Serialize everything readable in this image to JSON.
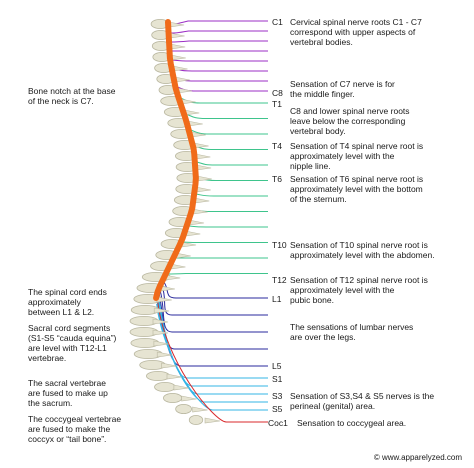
{
  "left_notes": [
    {
      "id": "c7-notch",
      "lines": [
        "Bone notch at the base",
        "of the neck is C7."
      ]
    },
    {
      "id": "cord-ends",
      "lines": [
        "The spinal cord ends",
        "approximately",
        "between L1 & L2."
      ]
    },
    {
      "id": "sacral-segments",
      "lines": [
        "Sacral cord segments",
        "(S1-S5 “cauda equina”)",
        "are level with T12-L1",
        "vertebrae."
      ]
    },
    {
      "id": "sacral-fused",
      "lines": [
        "The sacral vertebrae",
        "are fused to make up",
        "the sacrum."
      ]
    },
    {
      "id": "coccygeal-fused",
      "lines": [
        "The coccygeal vertebrae",
        "are fused to make the",
        "coccyx or “tail bone”."
      ]
    }
  ],
  "levels": [
    "C1",
    "C8",
    "T1",
    "T4",
    "T6",
    "T10",
    "T12",
    "L1",
    "L5",
    "S1",
    "S3",
    "S5",
    "Coc1"
  ],
  "descriptions": [
    {
      "id": "c1",
      "lines": [
        "Cervical spinal nerve roots C1 - C7",
        "correspond with upper aspects of",
        "vertebral bodies."
      ]
    },
    {
      "id": "c7",
      "lines": [
        "Sensation of C7 nerve is for",
        "the middle finger."
      ]
    },
    {
      "id": "c8",
      "lines": [
        "C8 and lower spinal nerve roots",
        "leave below the corresponding",
        "vertebral body."
      ]
    },
    {
      "id": "t4",
      "lines": [
        "Sensation of T4 spinal nerve root is",
        "approximately level with the",
        "nipple line."
      ]
    },
    {
      "id": "t6",
      "lines": [
        "Sensation of T6 spinal nerve root is",
        "approximately level with the bottom",
        "of the sternum."
      ]
    },
    {
      "id": "t10",
      "lines": [
        "Sensation of T10 spinal nerve root is",
        "approximately level with the abdomen."
      ]
    },
    {
      "id": "t12",
      "lines": [
        "Sensation of T12 spinal nerve root is",
        "approximately level with the",
        "pubic bone."
      ]
    },
    {
      "id": "lumbar",
      "lines": [
        "The sensations of lumbar nerves",
        "are over the legs."
      ]
    },
    {
      "id": "s3s5",
      "lines": [
        "Sensation of S3,S4 & S5 nerves is the",
        "perineal (genital) area."
      ]
    },
    {
      "id": "coc1",
      "lines": [
        "Sensation to coccygeal area."
      ]
    }
  ],
  "credit": "© www.apparelyzed.com",
  "colors": {
    "cervical": "#9b2fc4",
    "thoracic": "#3ec48c",
    "lumbar": "#2a2a9c",
    "sacral": "#33b4e6",
    "coccygeal": "#d8282b",
    "spinal_cord": "#f06b1a",
    "bone": "#e6e4d2",
    "bone_shadow": "#b9b7a0"
  }
}
